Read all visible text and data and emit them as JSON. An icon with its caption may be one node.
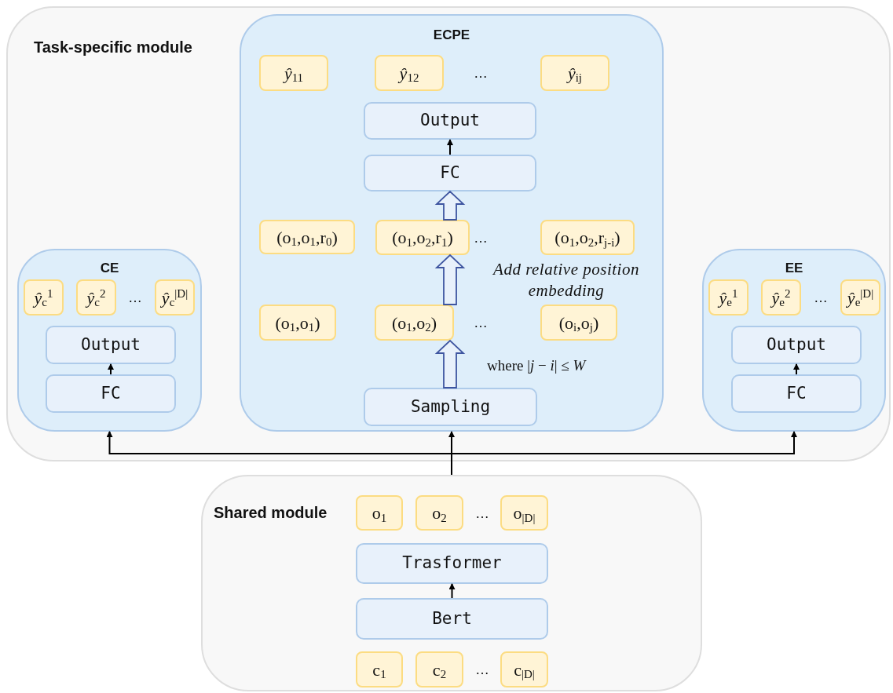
{
  "diagram": {
    "nodes": [
      {
        "text": [
          "Task-specific module"
        ]
      },
      {
        "text": [
          "ECPE"
        ],
        "in": 0
      },
      {
        "text": [
          "*ŷ*$_{11}$"
        ],
        "in": 1
      },
      {
        "text": [
          "*ŷ*$_{12}$"
        ],
        "in": 1
      },
      {
        "text": [
          "*ŷ*$_{ij}$"
        ],
        "in": 1
      },
      {
        "text": [
          "Output"
        ],
        "in": 1
      },
      {
        "text": [
          "FC"
        ],
        "in": 1
      },
      {
        "text": [
          "(o$_{1}$,o$_{1}$,r$_{0}$)"
        ],
        "in": 1
      },
      {
        "text": [
          "(o$_{1}$,o$_{2}$,r$_{1}$)"
        ],
        "in": 1
      },
      {
        "text": [
          "(o$_{1}$,o$_{2}$,r$_{j-i}$)"
        ],
        "in": 1
      },
      {
        "text": [
          "(o$_{1}$,o$_{1}$)"
        ],
        "in": 1
      },
      {
        "text": [
          "(o$_{1}$,o$_{2}$)"
        ],
        "in": 1
      },
      {
        "text": [
          "(o$_{i}$,o$_{j}$)"
        ],
        "in": 1
      },
      {
        "text": [
          "Sampling"
        ],
        "in": 1
      },
      {
        "text": [
          "CE"
        ],
        "in": 0
      },
      {
        "text": [
          "*ŷ*$_{c}$$^{1}$"
        ],
        "in": 14
      },
      {
        "text": [
          "*ŷ*$_{c}$$^{2}$"
        ],
        "in": 14
      },
      {
        "text": [
          "*ŷ*$_{c}$$^{|D|}$"
        ],
        "in": 14
      },
      {
        "text": [
          "Output"
        ],
        "in": 14
      },
      {
        "text": [
          "FC"
        ],
        "in": 14
      },
      {
        "text": [
          "EE"
        ],
        "in": 0
      },
      {
        "text": [
          "*ŷ*$_{e}$$^{1}$"
        ],
        "in": 20
      },
      {
        "text": [
          "*ŷ*$_{e}$$^{2}$"
        ],
        "in": 20
      },
      {
        "text": [
          "*ŷ*$_{e}$$^{|D|}$"
        ],
        "in": 20
      },
      {
        "text": [
          "Output"
        ],
        "in": 20
      },
      {
        "text": [
          "FC"
        ],
        "in": 20
      },
      {
        "text": [
          "Shared module"
        ]
      },
      {
        "text": [
          "o$_{1}$"
        ],
        "in": 26
      },
      {
        "text": [
          "o$_{2}$"
        ],
        "in": 26
      },
      {
        "text": [
          "o$_{|D|}$"
        ],
        "in": 26
      },
      {
        "text": [
          "Trasformer"
        ],
        "in": 26
      },
      {
        "text": [
          "Bert"
        ],
        "in": 26
      },
      {
        "text": [
          "c$_{1}$"
        ],
        "in": 26
      },
      {
        "text": [
          "c$_{2}$"
        ],
        "in": 26
      },
      {
        "text": [
          "c$_{|D|}$"
        ],
        "in": 26
      }
    ],
    "edges": [
      {
        "from": 6,
        "to": 5,
        "arrow": "to"
      },
      {
        "from": 8,
        "to": 6,
        "arrow": "to",
        "style": "thick"
      },
      {
        "from": 11,
        "to": 8,
        "arrow": "to",
        "style": "thick"
      },
      {
        "from": 13,
        "to": 11,
        "arrow": "to",
        "style": "thick"
      },
      {
        "from": 19,
        "to": 18,
        "arrow": "to"
      },
      {
        "from": 25,
        "to": 24,
        "arrow": "to"
      },
      {
        "from": 26,
        "to": 1,
        "arrow": "to"
      },
      {
        "from": 26,
        "to": 14,
        "arrow": "to"
      },
      {
        "from": 26,
        "to": 20,
        "arrow": "to"
      },
      {
        "from": 31,
        "to": 30,
        "arrow": "to"
      }
    ],
    "labels": [
      "…",
      "…",
      "Add relative position embedding",
      "…",
      "…",
      "…",
      "where |*j* − *i*| ≤ *W*",
      "…",
      "…"
    ]
  }
}
